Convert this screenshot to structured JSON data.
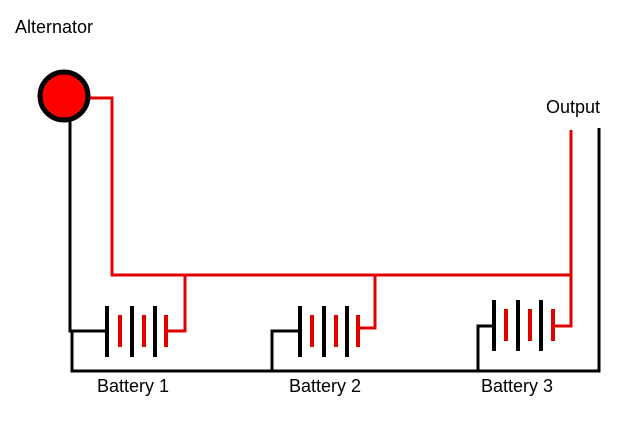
{
  "title": "Alternator",
  "output_label": "Output",
  "batteries": [
    {
      "label": "Battery 1"
    },
    {
      "label": "Battery 2"
    },
    {
      "label": "Battery 3"
    }
  ],
  "colors": {
    "positive_wire": "#e00000",
    "negative_wire": "#000000",
    "alternator_fill": "#ff0000"
  },
  "icons": {
    "alternator": "alternator-circle-icon",
    "battery": "battery-cell-icon"
  }
}
